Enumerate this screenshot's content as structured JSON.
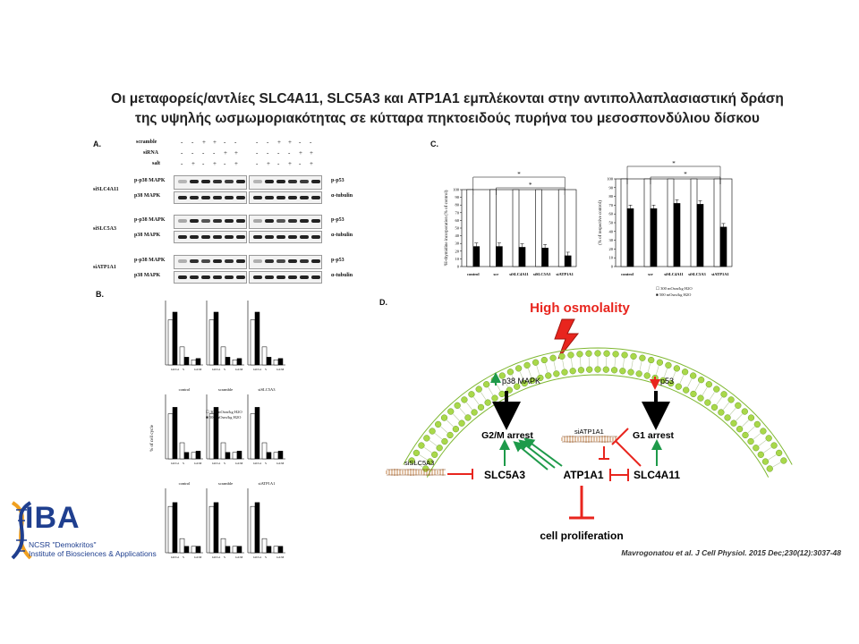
{
  "title": {
    "line1": "Οι μεταφορείς/αντλίες SLC4A11, SLC5A3 και ATP1A1 εμπλέκονται στην αντιπολλαπλασιαστική δράση",
    "line2": "της υψηλής ωσμωμοριακότητας σε κύτταρα πηκτοειδούς πυρήνα του μεσοσπονδύλιου δίσκου"
  },
  "panels": {
    "a": "A.",
    "b": "B.",
    "c": "C.",
    "d": "D."
  },
  "panel_a": {
    "conditions": [
      "scramble",
      "siRNA",
      "salt"
    ],
    "rows_left": [
      {
        "side": "siSLC4A11",
        "top": "p-p38 MAPK",
        "bottom": "p38 MAPK"
      },
      {
        "side": "siSLC5A3",
        "top": "p-p38 MAPK",
        "bottom": "p38 MAPK"
      },
      {
        "side": "siATP1A1",
        "top": "p-p38 MAPK",
        "bottom": "p38 MAPK"
      }
    ],
    "rows_right": [
      {
        "top": "p-p53",
        "bottom": "α-tubulin"
      },
      {
        "top": "p-p53",
        "bottom": "α-tubulin"
      },
      {
        "top": "p-p53",
        "bottom": "α-tubulin"
      }
    ]
  },
  "panel_b": {
    "ylabel": "% of cell cycle",
    "groups_row2": [
      "control",
      "scramble",
      "siSLC5A3"
    ],
    "groups_row3": [
      "control",
      "scramble",
      "siATP1A1"
    ],
    "phase_labels": [
      "G0/G1",
      "S",
      "G2/M"
    ],
    "legend": [
      "300 mOsm/kg H2O",
      "500 mOsm/kg H2O"
    ]
  },
  "chart_data": [
    {
      "type": "bar",
      "title": "",
      "ylabel": "³H-thymidine incorporation (% of control)",
      "categories": [
        "control",
        "scr",
        "siSLC4A11",
        "siSLC5A3",
        "siATP1A1"
      ],
      "ylim": [
        0,
        100
      ],
      "yticks": [
        0,
        10,
        20,
        30,
        40,
        50,
        60,
        70,
        80,
        90,
        100
      ],
      "series": [
        {
          "values": [
            100,
            100,
            100,
            100,
            100
          ],
          "color": "#ffffff"
        },
        {
          "values": [
            26,
            26,
            25,
            24,
            14
          ],
          "color": "#000000"
        }
      ],
      "significance": [
        "*",
        "*"
      ]
    },
    {
      "type": "bar",
      "title": "",
      "ylabel": "(% of respective control)",
      "categories": [
        "control",
        "scr",
        "siSLC4A11",
        "siSLC5A3",
        "siATP1A1"
      ],
      "ylim": [
        0,
        100
      ],
      "yticks": [
        0,
        10,
        20,
        30,
        40,
        50,
        60,
        70,
        80,
        90,
        100
      ],
      "series": [
        {
          "name": "300 mOsm/kg H2O",
          "values": [
            100,
            100,
            100,
            100,
            100
          ],
          "color": "#ffffff"
        },
        {
          "name": "500 mOsm/kg H2O",
          "values": [
            66,
            66,
            72,
            71,
            45
          ],
          "color": "#000000"
        }
      ],
      "significance": [
        "*",
        "*"
      ]
    }
  ],
  "panel_d": {
    "high_osmolality": "High osmolality",
    "p38": "p38 MAPK",
    "p53": "p53",
    "g2m": "G2/M arrest",
    "g1": "G1 arrest",
    "siATP1A1": "siATP1A1",
    "siSLC5A3": "siSLC5A3",
    "slc5a3": "SLC5A3",
    "atp1a1": "ATP1A1",
    "slc4a11": "SLC4A11",
    "cell_prolif": "cell proliferation",
    "citation": "Mavrogonatou et al. J Cell Physiol. 2015 Dec;230(12):3037-48"
  },
  "logo": {
    "letters": "IBA",
    "line1": "NCSR \"Demokritos\"",
    "line2": "Institute of Biosciences & Applications"
  },
  "colors": {
    "red": "#e8251e",
    "green": "#1e9a4a",
    "membrane": "#a9d84a",
    "logo_blue": "#1f3f8f",
    "logo_orange": "#f0a020"
  }
}
